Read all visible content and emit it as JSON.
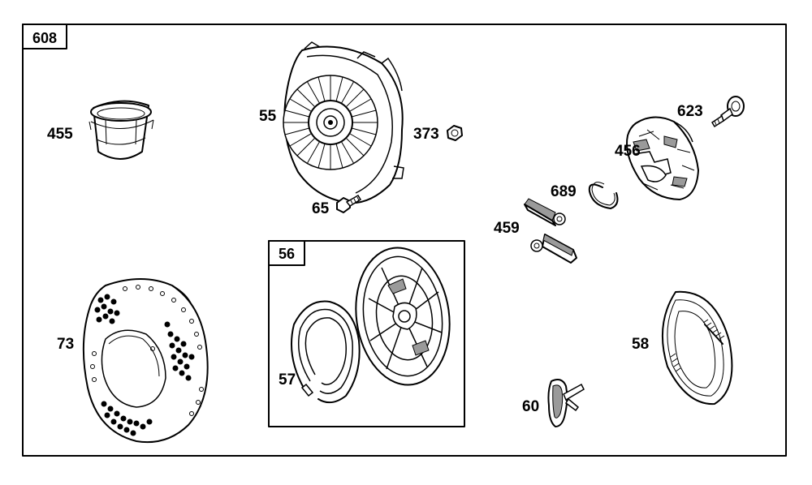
{
  "diagram_number": "608",
  "subassembly_number": "56",
  "labels": {
    "p455": "455",
    "p55": "55",
    "p373": "373",
    "p65": "65",
    "p623": "623",
    "p456": "456",
    "p689": "689",
    "p459": "459",
    "p73": "73",
    "p57": "57",
    "p58": "58",
    "p60": "60"
  }
}
